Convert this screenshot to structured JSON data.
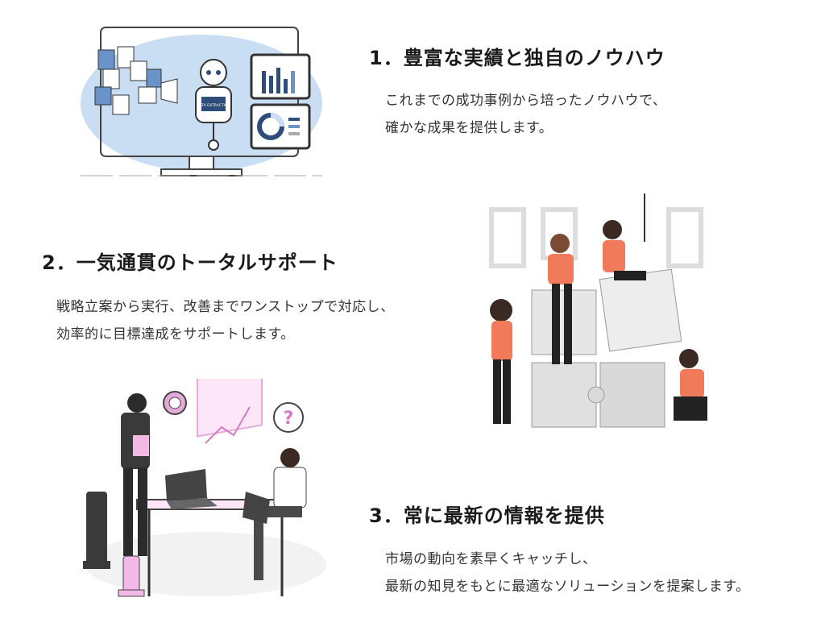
{
  "features": [
    {
      "title": "1．豊富な実績と独自のノウハウ",
      "lines": [
        "これまでの成功事例から培ったノウハウで、",
        "確かな成果を提供します。"
      ]
    },
    {
      "title": "2．一気通貫のトータルサポート",
      "lines": [
        "戦略立案から実行、改善までワンストップで対応し、",
        "効率的に目標達成をサポートします。"
      ]
    },
    {
      "title": "3．常に最新の情報を提供",
      "lines": [
        "市場の動向を素早くキャッチし、",
        "最新の知見をもとに最適なソリューションを提案します。"
      ]
    }
  ],
  "illustrations": {
    "data_extraction_label": "DATA EXTRACTION",
    "question_mark": "?",
    "icons": [
      "robot-icon",
      "document-icon",
      "bar-chart-icon",
      "donut-chart-icon",
      "puzzle-icon",
      "chess-icon",
      "laptop-icon"
    ]
  },
  "colors": {
    "accent_blue": "#2f4d7a",
    "light_blue": "#c9ddf3",
    "coral": "#f07a5a",
    "pink": "#f2b8e6",
    "gray": "#dcdcdc"
  }
}
